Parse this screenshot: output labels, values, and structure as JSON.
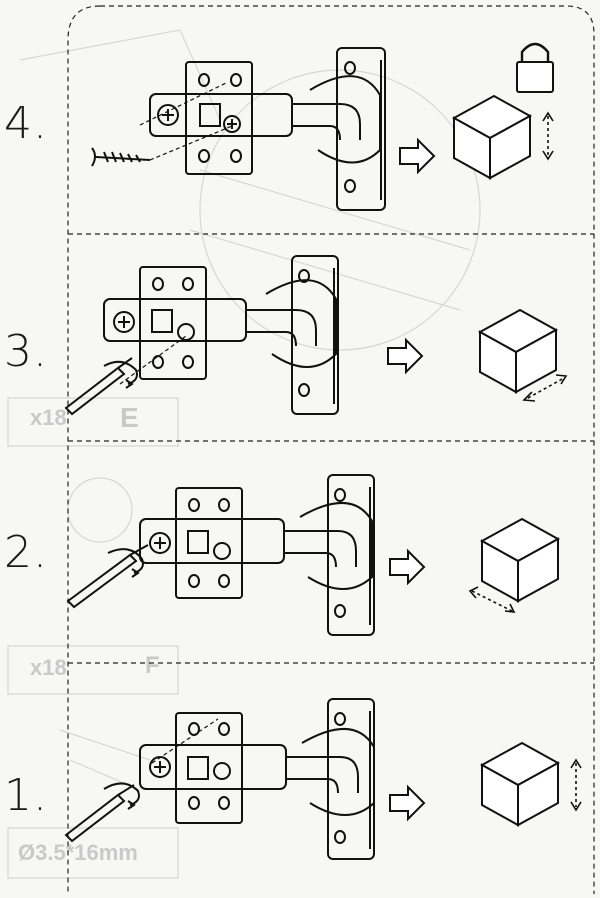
{
  "steps": [
    {
      "label": "4.",
      "action": "lock",
      "arrow": "vertical"
    },
    {
      "label": "3.",
      "action": "depth",
      "arrow": "diagonal-right"
    },
    {
      "label": "2.",
      "action": "side",
      "arrow": "diagonal-left"
    },
    {
      "label": "1.",
      "action": "height",
      "arrow": "vertical"
    }
  ],
  "background": {
    "ghost_labels": [
      "E",
      "x18",
      "F",
      "x18",
      "Ø3.5*16mm"
    ]
  },
  "colors": {
    "line": "#111111",
    "paper": "#f7f7f6",
    "ghost": "#c9c9c9"
  }
}
